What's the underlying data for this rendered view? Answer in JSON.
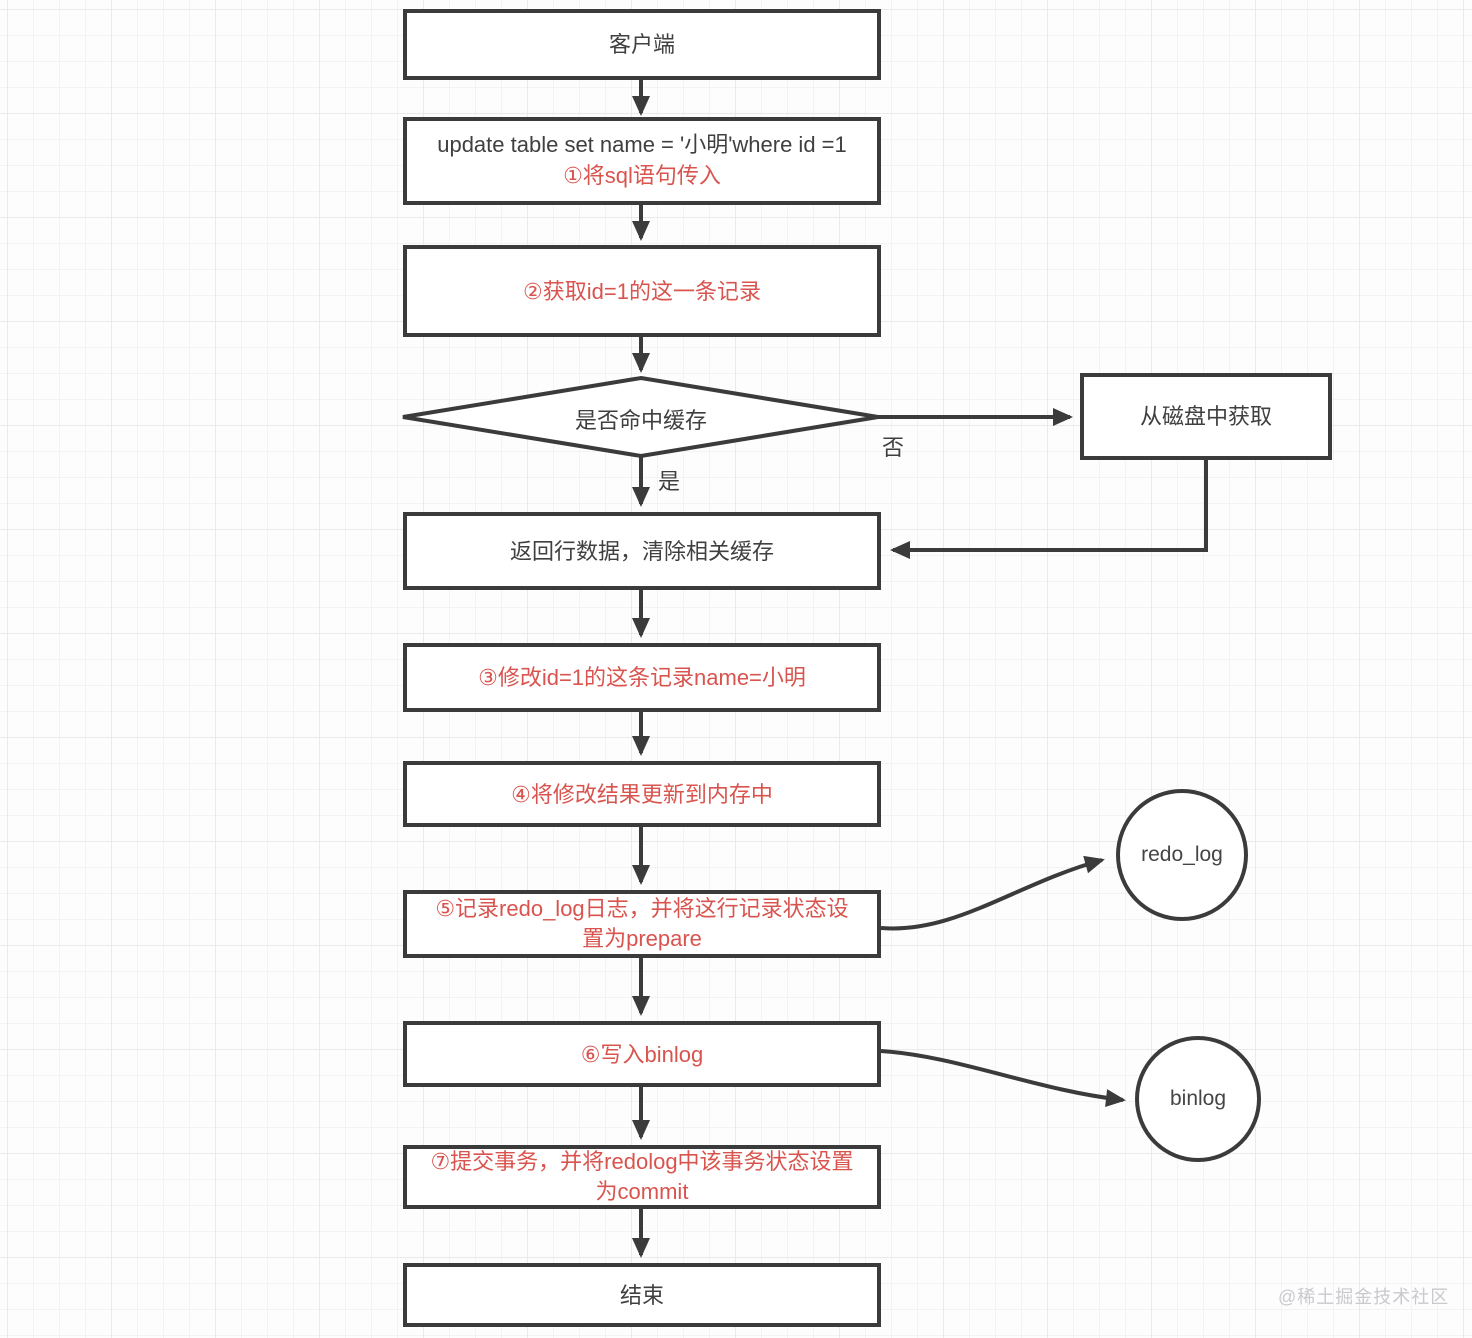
{
  "colors": {
    "line": "#3b3b3b",
    "accent_red": "#d9544e",
    "text": "#404040",
    "node_fill": "#ffffff",
    "watermark": "#c9c9ce"
  },
  "nodes": {
    "client": {
      "label": "客户端"
    },
    "sql_input": {
      "statement": "update table set name = '小明'where id =1",
      "note": "①将sql语句传入"
    },
    "fetch_record": {
      "label": "②获取id=1的这一条记录"
    },
    "cache_check": {
      "label": "是否命中缓存"
    },
    "disk_fetch": {
      "label": "从磁盘中获取"
    },
    "return_rows": {
      "label": "返回行数据，清除相关缓存"
    },
    "modify_record": {
      "label": "③修改id=1的这条记录name=小明"
    },
    "update_memory": {
      "label": "④将修改结果更新到内存中"
    },
    "record_redo_log": {
      "label": "⑤记录redo_log日志，并将这行记录状态设置为prepare"
    },
    "write_binlog": {
      "label": "⑥写入binlog"
    },
    "commit_transaction": {
      "label": "⑦提交事务，并将redolog中该事务状态设置为commit"
    },
    "end": {
      "label": "结束"
    },
    "redo_log_store": {
      "label": "redo_log"
    },
    "binlog_store": {
      "label": "binlog"
    }
  },
  "edge_labels": {
    "yes": "是",
    "no": "否"
  },
  "watermark": {
    "text": "@稀土掘金技术社区"
  }
}
